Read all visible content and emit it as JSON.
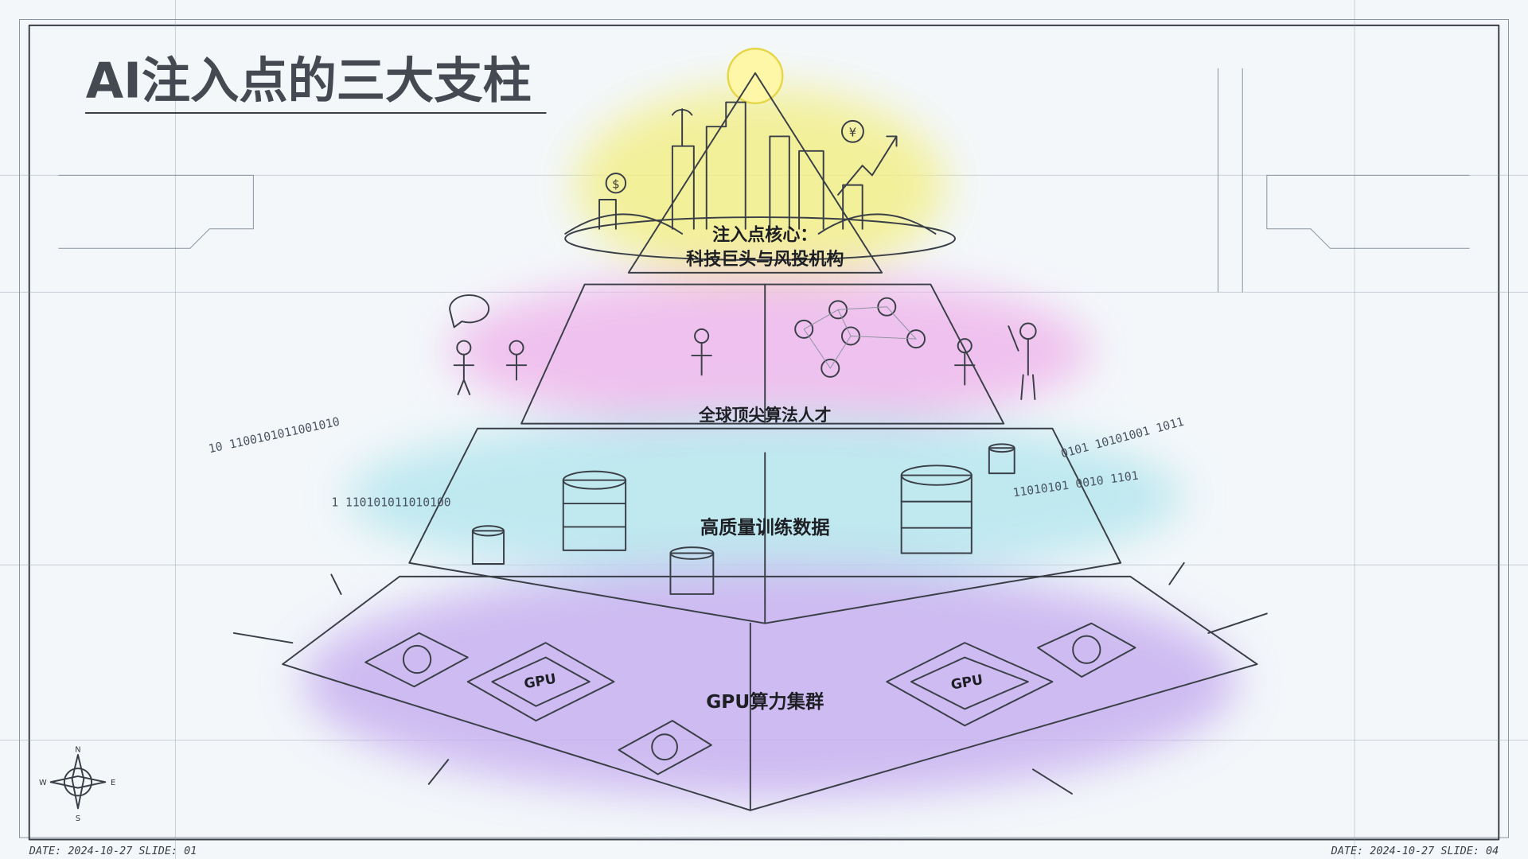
{
  "title": "AI注入点的三大支柱",
  "tiers": [
    {
      "line1": "注入点核心：",
      "line2": "科技巨头与风投机构",
      "color": "#f3ef8a"
    },
    {
      "label": "全球顶尖算法人才",
      "color": "#efb8ec"
    },
    {
      "label": "高质量训练数据",
      "color": "#b6e6ee"
    },
    {
      "label": "GPU算力集群",
      "color": "#c8b1f0"
    }
  ],
  "chips": [
    "GPU",
    "GPU"
  ],
  "binary_streams": [
    "10 1100101011001010",
    "1 110101011010100",
    "0101 10101001 1011",
    "11010101 0010 1101"
  ],
  "compass": {
    "n": "N",
    "s": "S",
    "e": "E",
    "w": "W"
  },
  "footer_left": "DATE: 2024-10-27   SLIDE: 01",
  "footer_right": "DATE: 2024-10-27   SLIDE: 04"
}
